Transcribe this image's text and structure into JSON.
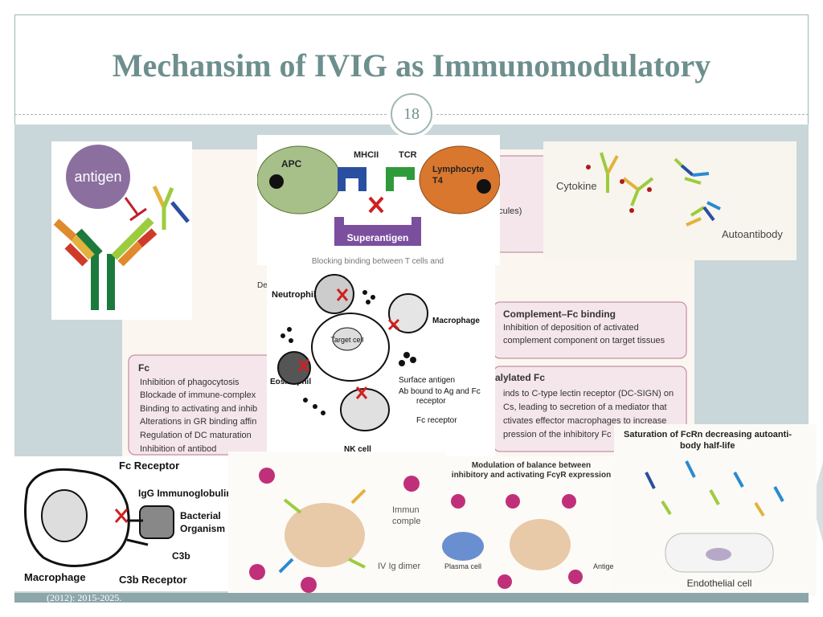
{
  "slide": {
    "title": "Mechansim of IVIG as Immunomodulatory",
    "page_number": "18",
    "citation": "(2012): 2015-2025."
  },
  "table_figure": {
    "top_text": "ecules)",
    "fc_title": "Fc",
    "fc_items": [
      "Inhibition of phagocytosis",
      "Blockade of immune-complex",
      "Binding to activating and inhib",
      "Alterations in GR binding affin",
      "Regulation of DC maturation",
      "Inhibition of antibod"
    ],
    "complement_title": "Complement–Fc binding",
    "complement_lines": [
      "Inhibition of deposition of activated",
      "complement component on target tissues"
    ],
    "sialylated_title": "alylated Fc",
    "sialylated_lines": [
      "inds to C-type lectin receptor (DC-SIGN) on",
      "Cs, leading to secretion of a mediator that",
      "ctivates effector macrophages to increase",
      "pression of the inhibitory Fc"
    ],
    "side_fragment": "De"
  },
  "antigen_figure": {
    "antigen_label": "antigen"
  },
  "superantigen_figure": {
    "apc": "APC",
    "mhcii": "MHCII",
    "tcr": "TCR",
    "lymphocyte_line1": "Lymphocyte",
    "lymphocyte_line2": "T4",
    "superantigen": "Superantigen",
    "caption_fragment": "Blocking binding between T cells and"
  },
  "cytokine_figure": {
    "cytokine": "Cytokine",
    "autoantibody": "Autoantibody"
  },
  "cell_figure": {
    "neutrophil": "Neutrophil",
    "macrophage": "Macrophage",
    "target_cell": "Target cell",
    "eosinophil": "Eosinophil",
    "surface_antigen": "Surface antigen",
    "ab_bound_1": "Ab bound to Ag and Fc",
    "ab_bound_2": "receptor",
    "fc_receptor": "Fc receptor",
    "nk_cell": "NK cell"
  },
  "macrophage_figure": {
    "fc_receptor": "Fc Receptor",
    "igg": "IgG Immunoglobulin",
    "bacterial_1": "Bacterial",
    "bacterial_2": "Organism",
    "c3b": "C3b",
    "macrophage": "Macrophage",
    "c3b_receptor": "C3b Receptor"
  },
  "dimer_figure": {
    "immune_1": "Immun",
    "immune_2": "comple",
    "dimer": "IV Ig dimer"
  },
  "fcgr_figure": {
    "title_1": "Modulation of balance between",
    "title_2": "inhibitory and activating FcγR expression",
    "plasma_cell": "Plasma cell",
    "antigen": "Antige"
  },
  "fcrn_figure": {
    "title_1": "Saturation of FcRn decreasing autoanti-",
    "title_2": "body half-life",
    "endothelial": "Endothelial cell"
  },
  "colors": {
    "title": "#6d8f8e",
    "band": "#c9d6da",
    "antigen_circle": "#8b6f9e",
    "apc_green": "#a7c08a",
    "lymph_orange": "#d9772e",
    "mhc_blue": "#2a4fa0",
    "superantigen_purple": "#7b4f9e",
    "magenta": "#c0307a"
  }
}
